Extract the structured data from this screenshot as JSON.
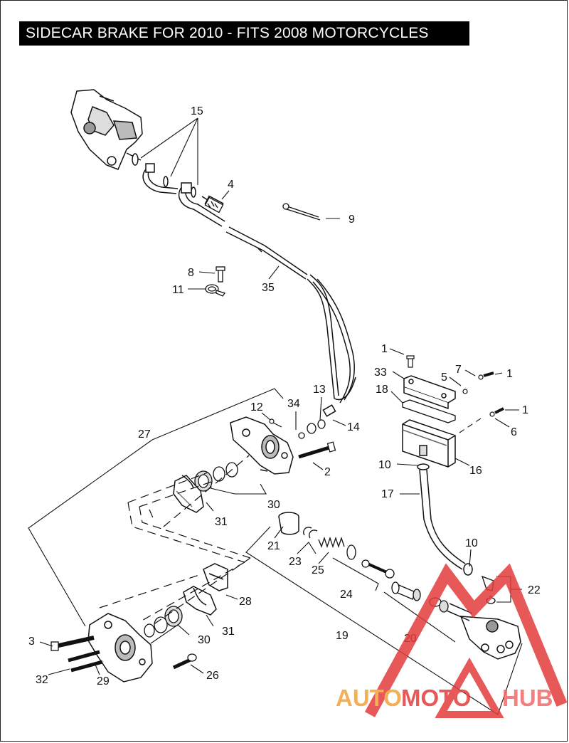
{
  "title": "SIDECAR BRAKE FOR 2010 - FITS 2008 MOTORCYCLES",
  "callouts": [
    "1",
    "1",
    "1",
    "2",
    "3",
    "4",
    "5",
    "6",
    "7",
    "8",
    "9",
    "10",
    "10",
    "11",
    "12",
    "13",
    "14",
    "15",
    "16",
    "17",
    "18",
    "19",
    "20",
    "21",
    "22",
    "23",
    "24",
    "25",
    "26",
    "27",
    "28",
    "29",
    "30",
    "30",
    "31",
    "31",
    "32",
    "33",
    "34",
    "35"
  ],
  "watermark": {
    "part1": "AUTO",
    "part2": "MOTO",
    "part3": "HUB",
    "color1": "#f2a23a",
    "color2": "#e33b3b",
    "color3": "#ef6a6a"
  },
  "colors": {
    "line": "#111111",
    "background": "#ffffff",
    "title_bg": "#000000"
  }
}
